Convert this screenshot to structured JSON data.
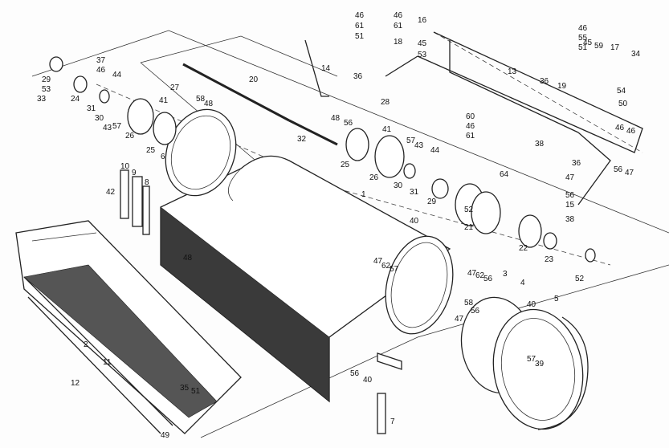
{
  "diagram": {
    "labels": [
      {
        "n": "46"
      },
      {
        "n": "46"
      },
      {
        "n": "61"
      },
      {
        "n": "61"
      },
      {
        "n": "51"
      },
      {
        "n": "18"
      },
      {
        "n": "16"
      },
      {
        "n": "45"
      },
      {
        "n": "53"
      },
      {
        "n": "36"
      },
      {
        "n": "14"
      },
      {
        "n": "37"
      },
      {
        "n": "46"
      },
      {
        "n": "29"
      },
      {
        "n": "53"
      },
      {
        "n": "33"
      },
      {
        "n": "44"
      },
      {
        "n": "24"
      },
      {
        "n": "31"
      },
      {
        "n": "30"
      },
      {
        "n": "43"
      },
      {
        "n": "57"
      },
      {
        "n": "26"
      },
      {
        "n": "25"
      },
      {
        "n": "41"
      },
      {
        "n": "27"
      },
      {
        "n": "58"
      },
      {
        "n": "48"
      },
      {
        "n": "20"
      },
      {
        "n": "6"
      },
      {
        "n": "48"
      },
      {
        "n": "56"
      },
      {
        "n": "28"
      },
      {
        "n": "41"
      },
      {
        "n": "32"
      },
      {
        "n": "57"
      },
      {
        "n": "43"
      },
      {
        "n": "25"
      },
      {
        "n": "26"
      },
      {
        "n": "44"
      },
      {
        "n": "30"
      },
      {
        "n": "31"
      },
      {
        "n": "29"
      },
      {
        "n": "52"
      },
      {
        "n": "64"
      },
      {
        "n": "21"
      },
      {
        "n": "22"
      },
      {
        "n": "23"
      },
      {
        "n": "52"
      },
      {
        "n": "13"
      },
      {
        "n": "46"
      },
      {
        "n": "55"
      },
      {
        "n": "51"
      },
      {
        "n": "45"
      },
      {
        "n": "59"
      },
      {
        "n": "17"
      },
      {
        "n": "34"
      },
      {
        "n": "36"
      },
      {
        "n": "19"
      },
      {
        "n": "54"
      },
      {
        "n": "50"
      },
      {
        "n": "46"
      },
      {
        "n": "60"
      },
      {
        "n": "46"
      },
      {
        "n": "61"
      },
      {
        "n": "46"
      },
      {
        "n": "38"
      },
      {
        "n": "36"
      },
      {
        "n": "56"
      },
      {
        "n": "47"
      },
      {
        "n": "47"
      },
      {
        "n": "56"
      },
      {
        "n": "15"
      },
      {
        "n": "38"
      },
      {
        "n": "10"
      },
      {
        "n": "9"
      },
      {
        "n": "8"
      },
      {
        "n": "42"
      },
      {
        "n": "1"
      },
      {
        "n": "40"
      },
      {
        "n": "48"
      },
      {
        "n": "47"
      },
      {
        "n": "62"
      },
      {
        "n": "57"
      },
      {
        "n": "47"
      },
      {
        "n": "62"
      },
      {
        "n": "56"
      },
      {
        "n": "3"
      },
      {
        "n": "4"
      },
      {
        "n": "5"
      },
      {
        "n": "58"
      },
      {
        "n": "56"
      },
      {
        "n": "47"
      },
      {
        "n": "40"
      },
      {
        "n": "57"
      },
      {
        "n": "39"
      },
      {
        "n": "2"
      },
      {
        "n": "11"
      },
      {
        "n": "12"
      },
      {
        "n": "35"
      },
      {
        "n": "51"
      },
      {
        "n": "49"
      },
      {
        "n": "56"
      },
      {
        "n": "40"
      },
      {
        "n": "7"
      }
    ]
  }
}
